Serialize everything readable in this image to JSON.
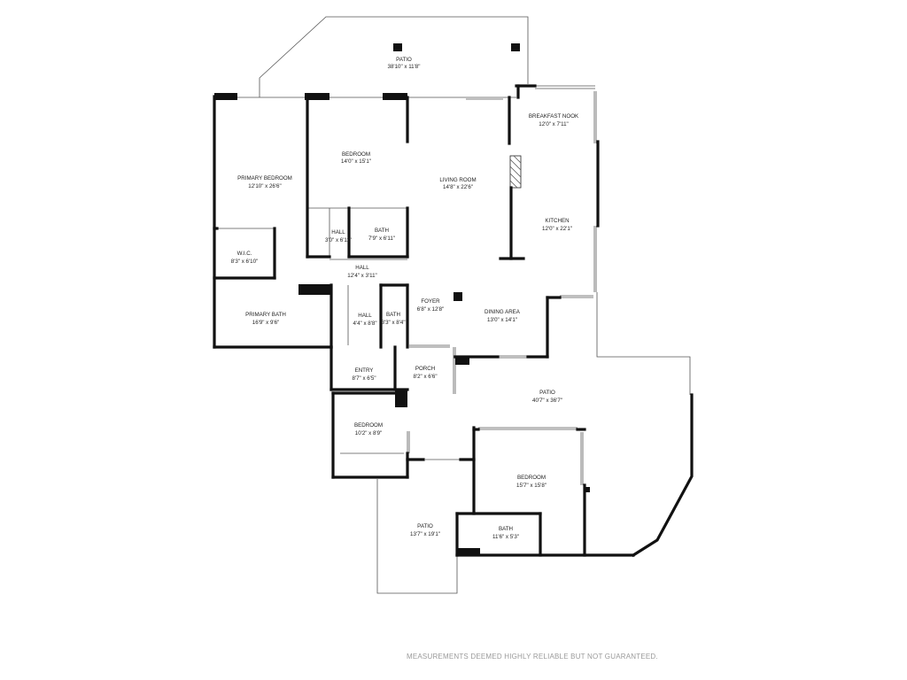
{
  "floor_plan": {
    "rooms": [
      {
        "id": "patio-top",
        "name": "PATIO",
        "size": "38'10\" x 11'8\""
      },
      {
        "id": "primary-bedroom",
        "name": "PRIMARY BEDROOM",
        "size": "12'10\" x 26'6\""
      },
      {
        "id": "bedroom-north",
        "name": "BEDROOM",
        "size": "14'0\" x 15'1\""
      },
      {
        "id": "living-room",
        "name": "LIVING ROOM",
        "size": "14'8\" x 22'6\""
      },
      {
        "id": "breakfast-nook",
        "name": "BREAKFAST NOOK",
        "size": "12'0\" x 7'11\""
      },
      {
        "id": "kitchen",
        "name": "KITCHEN",
        "size": "12'0\" x 22'1\""
      },
      {
        "id": "hall-small",
        "name": "HALL",
        "size": "3'0\" x 6'11\""
      },
      {
        "id": "bath-north",
        "name": "BATH",
        "size": "7'9\" x 6'11\""
      },
      {
        "id": "wic",
        "name": "W.I.C.",
        "size": "8'3\" x 6'10\""
      },
      {
        "id": "hall-long",
        "name": "HALL",
        "size": "12'4\" x 3'11\""
      },
      {
        "id": "primary-bath",
        "name": "PRIMARY BATH",
        "size": "16'9\" x 9'6\""
      },
      {
        "id": "hall-mid",
        "name": "HALL",
        "size": "4'4\" x 8'8\""
      },
      {
        "id": "bath-mid",
        "name": "BATH",
        "size": "3'3\" x 8'4\""
      },
      {
        "id": "foyer",
        "name": "FOYER",
        "size": "6'8\" x 12'8\""
      },
      {
        "id": "dining-area",
        "name": "DINING AREA",
        "size": "13'0\" x 14'1\""
      },
      {
        "id": "entry",
        "name": "ENTRY",
        "size": "8'7\" x 6'5\""
      },
      {
        "id": "porch",
        "name": "PORCH",
        "size": "8'2\" x 6'6\""
      },
      {
        "id": "patio-east",
        "name": "PATIO",
        "size": "40'7\" x 36'7\""
      },
      {
        "id": "bedroom-south",
        "name": "BEDROOM",
        "size": "10'2\" x 8'9\""
      },
      {
        "id": "bedroom-east",
        "name": "BEDROOM",
        "size": "15'7\" x 15'8\""
      },
      {
        "id": "patio-south",
        "name": "PATIO",
        "size": "13'7\" x 19'1\""
      },
      {
        "id": "bath-south",
        "name": "BATH",
        "size": "11'6\" x 5'3\""
      }
    ]
  },
  "disclaimer": "MEASUREMENTS DEEMED HIGHLY RELIABLE BUT NOT GUARANTEED."
}
